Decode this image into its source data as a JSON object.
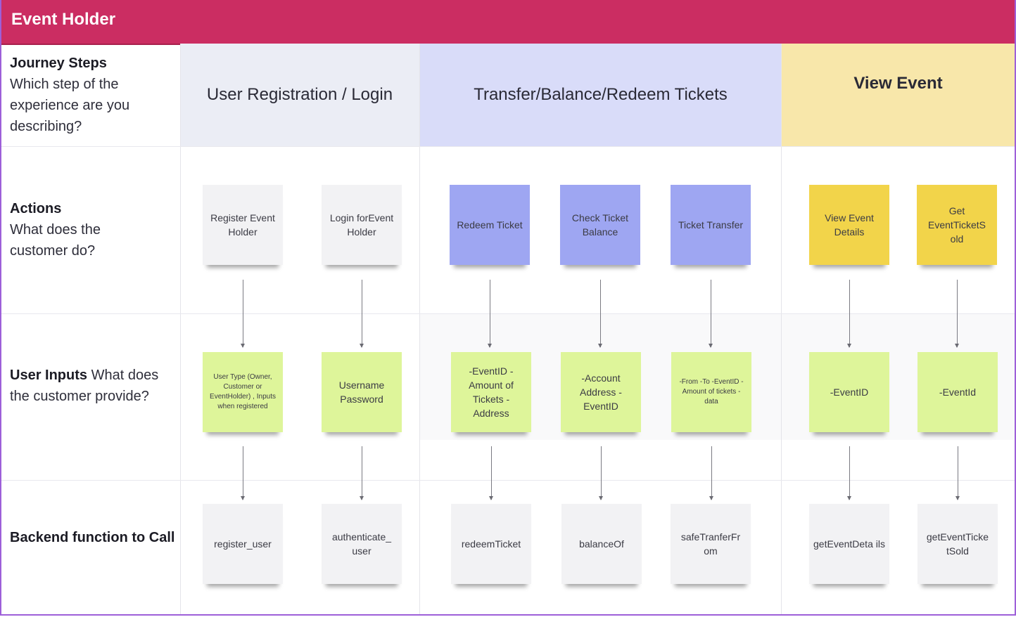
{
  "header": {
    "title": "Event Holder"
  },
  "rows": {
    "journey": {
      "title": "Journey Steps",
      "desc": "Which step of the experience are you describing?"
    },
    "actions": {
      "title": "Actions",
      "desc": "What does the customer do?"
    },
    "inputs": {
      "title": "User Inputs",
      "desc": "What does the customer provide?"
    },
    "backend": {
      "title": "Backend function to Call"
    }
  },
  "stages": [
    {
      "label": "User Registration / Login",
      "color": "#ebedf5"
    },
    {
      "label": "Transfer/Balance/Redeem Tickets",
      "color": "#d9dcf9"
    },
    {
      "label": "View Event",
      "color": "#f8e7aa"
    }
  ],
  "columns": [
    {
      "action": "Register Event Holder",
      "action_color": "#f2f2f4",
      "input": "User Type (Owner, Customer or EventHolder) , Inputs when registered",
      "backend": "register_user"
    },
    {
      "action": "Login forEvent Holder",
      "action_color": "#f2f2f4",
      "input": "Username Password",
      "backend": "authenticate_ user"
    },
    {
      "action": "Redeem Ticket",
      "action_color": "#9ea6f2",
      "input": "-EventID -Amount of Tickets - Address",
      "backend": "redeemTicket"
    },
    {
      "action": "Check Ticket Balance",
      "action_color": "#9ea6f2",
      "input": "-Account Address -EventID",
      "backend": "balanceOf"
    },
    {
      "action": "Ticket Transfer",
      "action_color": "#9ea6f2",
      "input": "-From -To -EventID -Amount of tickets -data",
      "backend": "safeTranferFr om"
    },
    {
      "action": "View Event Details",
      "action_color": "#f2d44a",
      "input": "-EventID",
      "backend": "getEventDeta ils"
    },
    {
      "action": "Get EventTicketS old",
      "action_color": "#f2d44a",
      "input": "-EventId",
      "backend": "getEventTicke tSold"
    }
  ]
}
